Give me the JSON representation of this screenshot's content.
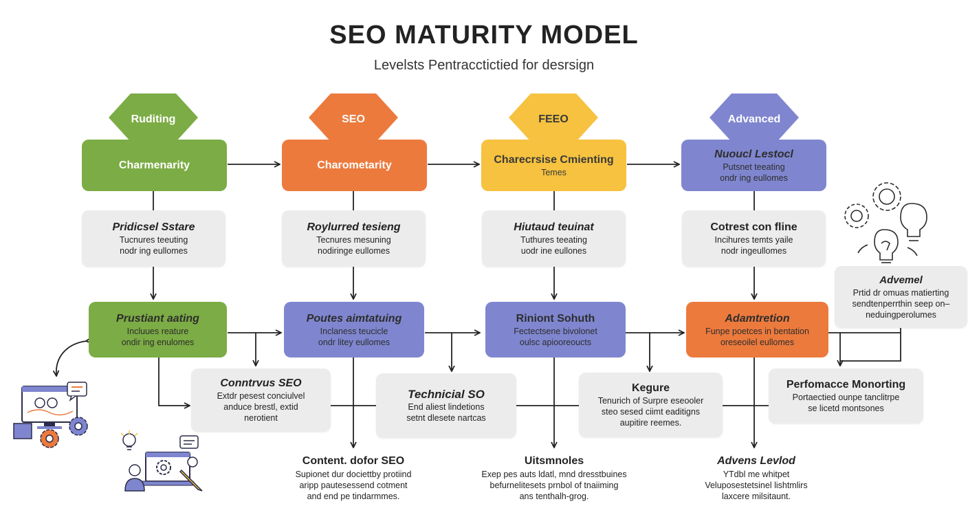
{
  "header": {
    "title": "SEO MATURITY MODEL",
    "subtitle": "Levelsts Pentracctictied for desrsign"
  },
  "colors": {
    "green": "#7cac45",
    "orange": "#ec7a3d",
    "yellow": "#f6c23f",
    "purple": "#7f86cf",
    "gray": "#ececec"
  },
  "levels": [
    {
      "tag": "Ruditing",
      "title": "Charmenarity",
      "lines": []
    },
    {
      "tag": "SEO",
      "title": "Charometarity",
      "lines": []
    },
    {
      "tag": "FEEO",
      "title": "Charecrsise Cmienting",
      "lines": [
        "Temes"
      ]
    },
    {
      "tag": "Advanced",
      "title": "Nuoucl Lestocl",
      "lines": [
        "Putsnet teeating",
        "ondr ing eullomes"
      ]
    }
  ],
  "row2": [
    {
      "title": "Pridicsel Sstare",
      "lines": [
        "Tucnures teeuting",
        "nodr ing eullomes"
      ]
    },
    {
      "title": "Roylurred tesieng",
      "lines": [
        "Tecnures mesuning",
        "nodiringe eullomes"
      ]
    },
    {
      "title": "Hiutaud teuinat",
      "lines": [
        "Tuthures teeating",
        "uodr ine eullones"
      ]
    },
    {
      "title": "Cotrest con fline",
      "lines": [
        "Incihures temts yaile",
        "nodr ingeullomes"
      ]
    }
  ],
  "row3": [
    {
      "title": "Prustiant aating",
      "lines": [
        "Incluues reature",
        "ondir ing enulomes"
      ]
    },
    {
      "title": "Poutes aimtatuing",
      "lines": [
        "Inclaness teucicle",
        "ondr litey eullomes"
      ]
    },
    {
      "title": "Riniont Sohuth",
      "lines": [
        "Fectectsene bivolonet",
        "oulsc apiooreoucts"
      ]
    },
    {
      "title": "Adamtretion",
      "lines": [
        "Funpe poetces in bentation",
        "oreseoilel eullomes"
      ]
    }
  ],
  "row4": [
    {
      "title": "Conntrvus SEO",
      "lines": [
        "Extdr pesest conciulvel",
        "anduce brestl, extid",
        "nerotient"
      ]
    },
    {
      "title": "Technicial SO",
      "lines": [
        "End aliest lindetions",
        "setnt dlesete nartcas"
      ]
    },
    {
      "title": "Kegure",
      "lines": [
        "Tenurich of Surpre eseooler",
        "steo sesed ciimt eaditigns",
        "aupitire reemes."
      ]
    },
    {
      "title": "Perfomacce Monorting",
      "lines": [
        "Portaectied ounpe tanclitrpe",
        "se licetd montsones"
      ]
    }
  ],
  "side_box": {
    "title": "Advemel",
    "lines": [
      "Prtid dr omuas matierting",
      "sendtenperrthin seep on–",
      "neduingperolumes"
    ]
  },
  "bottom": [
    {
      "title": "Content. dofor SEO",
      "lines": [
        "Supionet dur dociettby protiind",
        "aripp pautesessend cotment",
        "and end pe tindarmmes."
      ]
    },
    {
      "title": "Uitsmnoles",
      "lines": [
        "Exep pes auts ldatl, mnd dresstbuines",
        "befurnelitesets prnbol of tnaiiming",
        "ans tenthalh-grog."
      ]
    },
    {
      "title": "Advens Levlod",
      "lines": [
        "YTdbl me whitpet",
        "Veluposestetsinel lishtmlirs",
        "laxcere milsitaunt."
      ]
    }
  ]
}
